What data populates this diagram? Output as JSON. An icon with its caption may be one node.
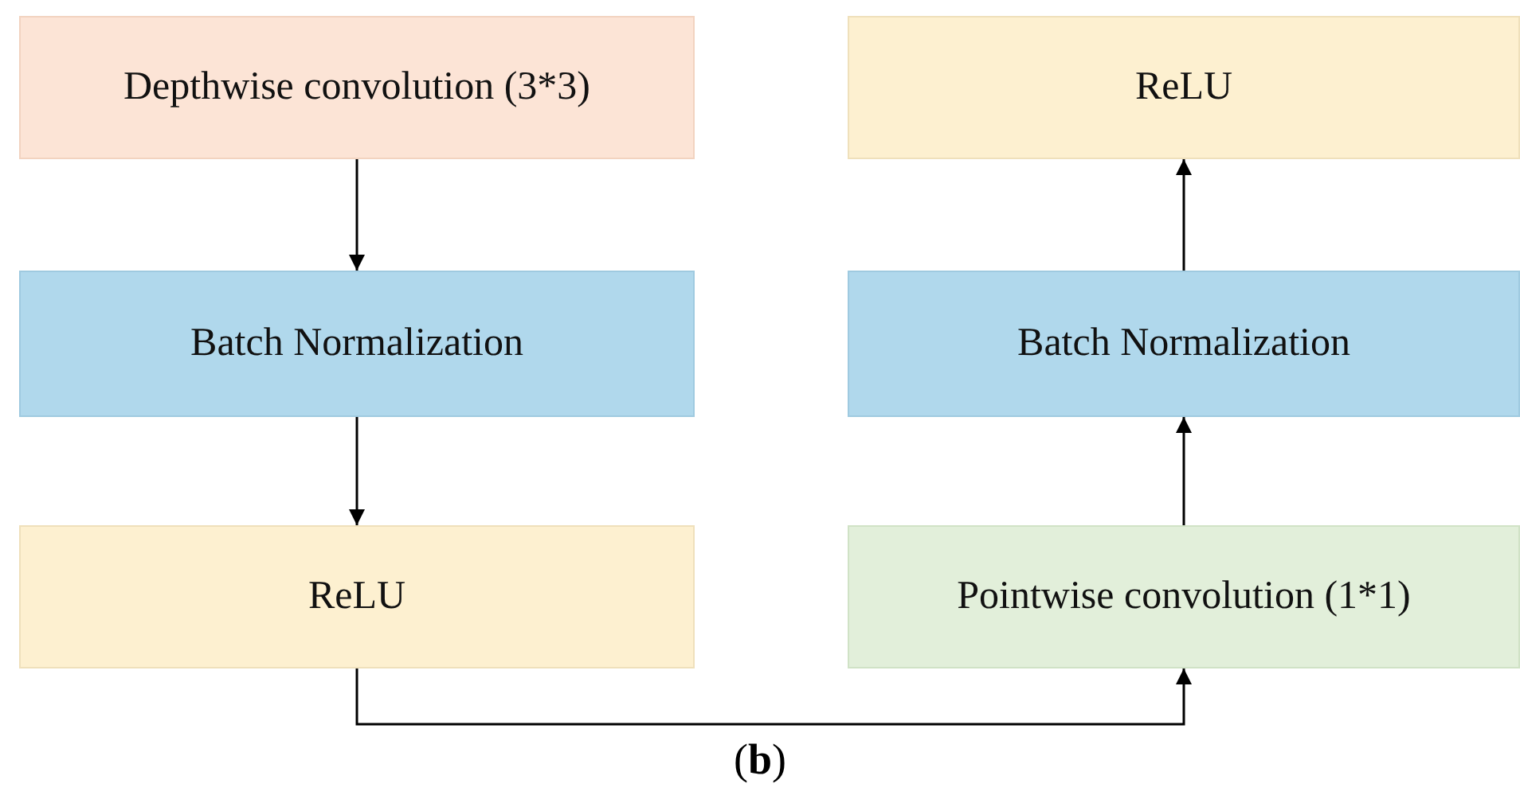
{
  "diagram": {
    "caption": "(**b**)",
    "nodes": [
      {
        "text": [
          "Depthwise convolution (3*3)"
        ]
      },
      {
        "text": [
          "ReLU"
        ]
      },
      {
        "text": [
          "Batch Normalization"
        ]
      },
      {
        "text": [
          "Batch Normalization"
        ]
      },
      {
        "text": [
          "ReLU"
        ]
      },
      {
        "text": [
          "Pointwise convolution (1*1)"
        ]
      }
    ],
    "edges": [
      {
        "from": 0,
        "to": 2,
        "arrow": "to"
      },
      {
        "from": 2,
        "to": 4,
        "arrow": "to"
      },
      {
        "from": 4,
        "to": 5,
        "arrow": "to"
      },
      {
        "from": 5,
        "to": 3,
        "arrow": "to"
      },
      {
        "from": 3,
        "to": 1,
        "arrow": "to"
      }
    ]
  }
}
